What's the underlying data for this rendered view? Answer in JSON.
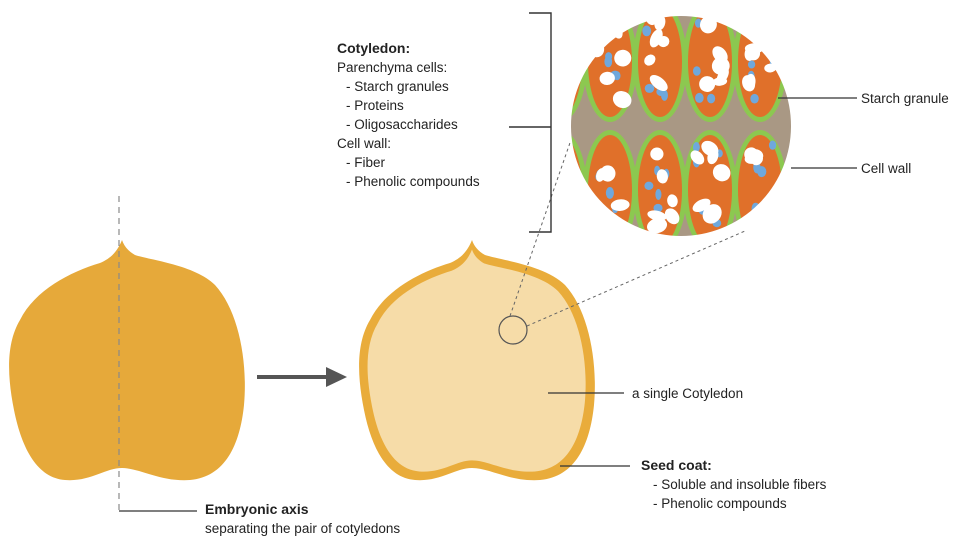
{
  "cotyledon_block": {
    "heading": "Cotyledon:",
    "parenchyma_heading": "Parenchyma cells:",
    "parenchyma_items": [
      "- Starch granules",
      "- Proteins",
      "- Oligosaccharides"
    ],
    "cellwall_heading": "Cell wall:",
    "cellwall_items": [
      "- Fiber",
      "- Phenolic compounds"
    ]
  },
  "starch_granule_label": "Starch granule",
  "cell_wall_label": "Cell wall",
  "single_cotyledon_label": "a single Cotyledon",
  "seed_coat_block": {
    "heading": "Seed coat:",
    "items": [
      "- Soluble and insoluble fibers",
      "- Phenolic compounds"
    ]
  },
  "embryonic_axis_block": {
    "heading": "Embryonic axis",
    "description": "separating the pair of cotyledons"
  },
  "colors": {
    "whole_seed": "#e6a93a",
    "seed_coat": "#e9ac3b",
    "cotyledon_interior": "#f6dca8",
    "parenchyma_cell": "#e0702a",
    "cell_wall": "#8cc850",
    "intercellular": "#a99884",
    "starch": "#ffffff",
    "protein": "#6fa8dc",
    "arrow": "#555555"
  }
}
